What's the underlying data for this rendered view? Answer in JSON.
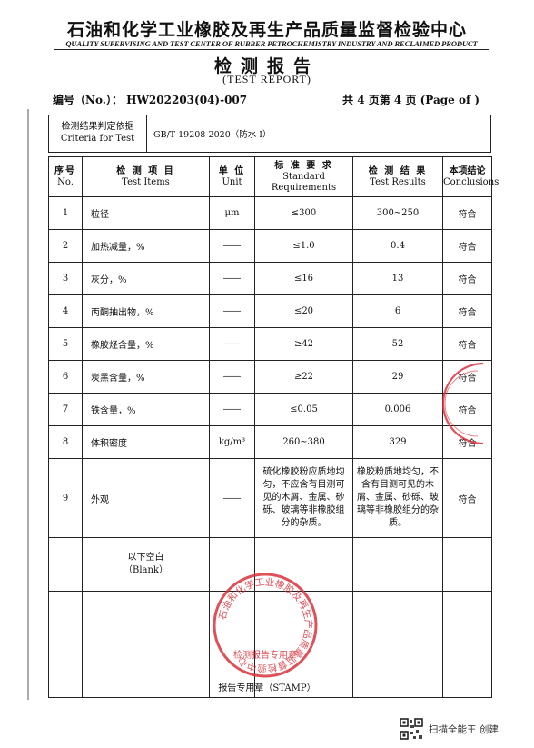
{
  "header": {
    "org_cn": "石油和化学工业橡胶及再生产品质量监督检验中心",
    "org_en": "QUALITY SUPERVISING AND TEST CENTER OF RUBBER PETROCHEMISTRY INDUSTRY AND RECLAIMED PRODUCT",
    "report_cn": "检测报告",
    "report_en": "(TEST REPORT)",
    "number": "编号（No.）：  HW202203(04)-007",
    "page": "共 4 页第 4 页   (Page   of   )"
  },
  "criteria": {
    "label_cn": "检测结果判定依据",
    "label_en": "Criteria for Test",
    "value": "GB/T 19208-2020（防水 I）"
  },
  "columns": {
    "no_cn": "序号",
    "no_en": "No.",
    "item_cn": "检 测 项 目",
    "item_en": "Test Items",
    "unit_cn": "单 位",
    "unit_en": "Unit",
    "req_cn": "标 准 要 求",
    "req_en1": "Standard",
    "req_en2": "Requirements",
    "res_cn": "检 测 结 果",
    "res_en": "Test Results",
    "con_cn": "本项结论",
    "con_en": "Conclusions"
  },
  "rows": [
    {
      "no": "1",
      "item": "粒径",
      "unit": "μm",
      "req": "≤300",
      "res": "300~250",
      "con": "符合"
    },
    {
      "no": "2",
      "item": "加热减量，%",
      "unit": "——",
      "req": "≤1.0",
      "res": "0.4",
      "con": "符合"
    },
    {
      "no": "3",
      "item": "灰分，%",
      "unit": "——",
      "req": "≤16",
      "res": "13",
      "con": "符合"
    },
    {
      "no": "4",
      "item": "丙酮抽出物，%",
      "unit": "——",
      "req": "≤20",
      "res": "6",
      "con": "符合"
    },
    {
      "no": "5",
      "item": "橡胶烃含量，%",
      "unit": "——",
      "req": "≥42",
      "res": "52",
      "con": "符合"
    },
    {
      "no": "6",
      "item": "炭黑含量，%",
      "unit": "——",
      "req": "≥22",
      "res": "29",
      "con": "符合"
    },
    {
      "no": "7",
      "item": "铁含量，%",
      "unit": "——",
      "req": "≤0.05",
      "res": "0.006",
      "con": "符合"
    },
    {
      "no": "8",
      "item": "体积密度",
      "unit": "kg/m³",
      "req": "260~380",
      "res": "329",
      "con": "符合"
    }
  ],
  "row9": {
    "no": "9",
    "item": "外观",
    "unit": "——",
    "req": "硫化橡胶粉应质地均匀，不应含有目测可见的木屑、金属、砂砾、玻璃等非橡胶组分的杂质。",
    "res": "橡胶粉质地均匀，不含有目测可见的木屑、金属、砂砾、玻璃等非橡胶组分的杂质。",
    "con": "符合"
  },
  "blank": {
    "cn": "以下空白",
    "en": "（Blank）"
  },
  "stamp": {
    "caption": "报告专用章（STAMP）",
    "ring_text": "石油和化学工业橡胶及再生产品质量监督检验中心",
    "center_text": "检测报告专用章",
    "color": "#d8323c"
  },
  "footer": {
    "text": "扫描全能王 创建",
    "icon": "qr-code-icon"
  }
}
